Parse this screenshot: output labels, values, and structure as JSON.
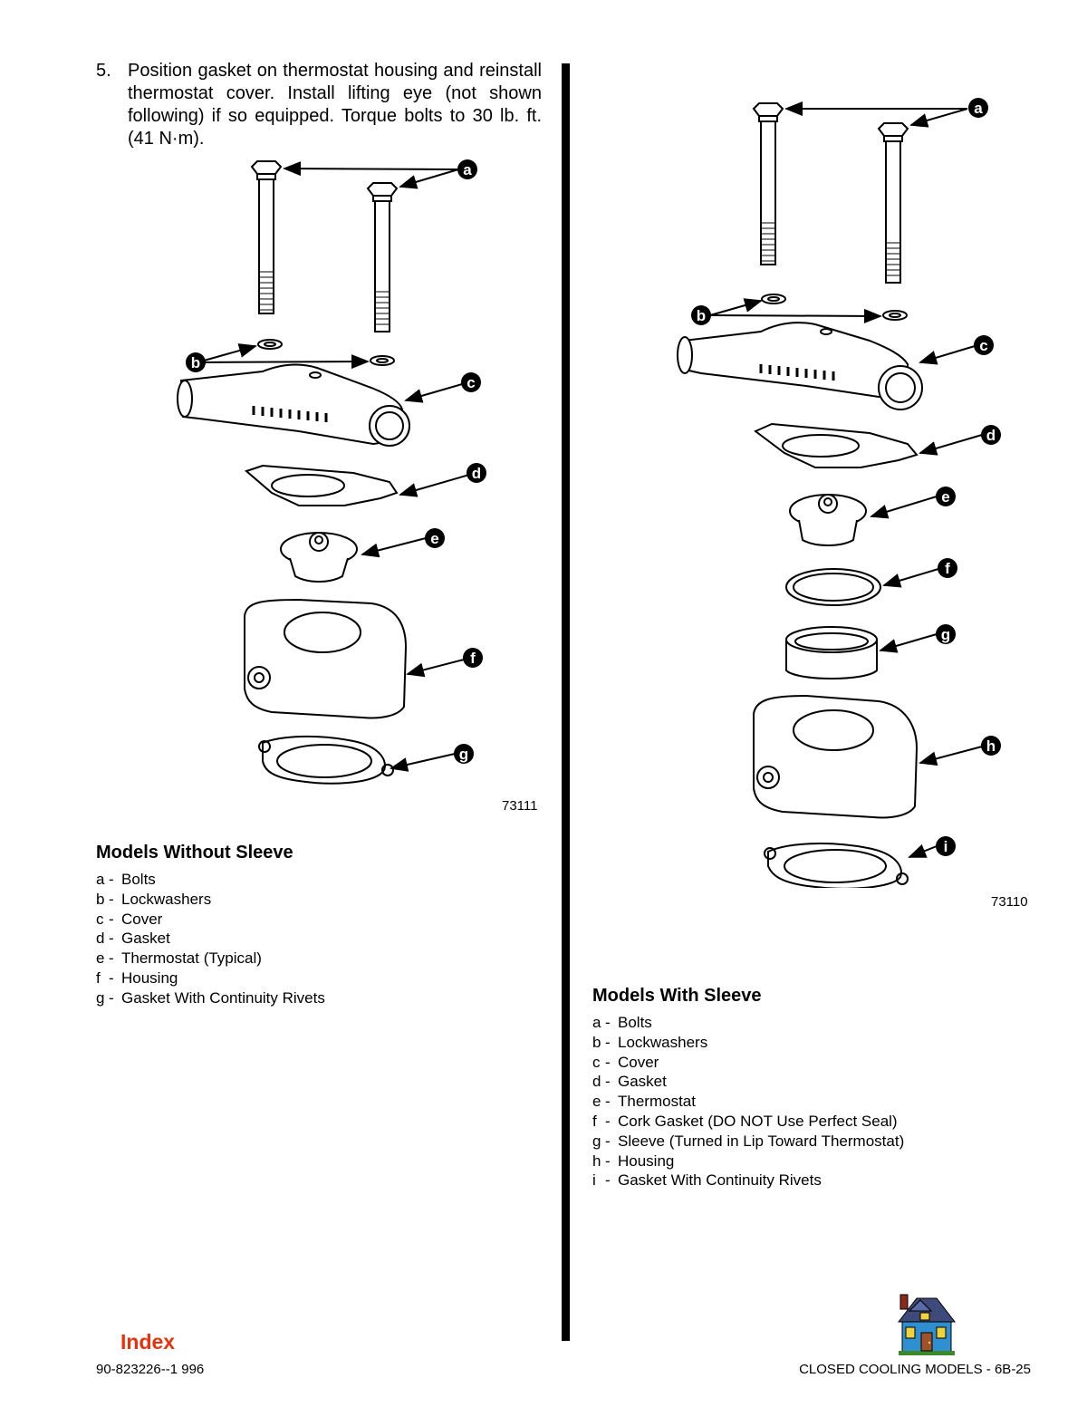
{
  "step": {
    "number": "5.",
    "text": "Position gasket on thermostat housing and reinstall thermostat cover. Install lifting eye (not shown following) if so equipped. Torque bolts to 30 lb. ft. (41 N·m)."
  },
  "figure_left": {
    "figure_number": "73111",
    "callouts": [
      "a",
      "b",
      "c",
      "d",
      "e",
      "f",
      "g"
    ]
  },
  "figure_right": {
    "figure_number": "73110",
    "callouts": [
      "a",
      "b",
      "c",
      "d",
      "e",
      "f",
      "g",
      "h",
      "i"
    ]
  },
  "legend_left": {
    "title": "Models Without Sleeve",
    "items": [
      {
        "key": "a",
        "label": "Bolts"
      },
      {
        "key": "b",
        "label": "Lockwashers"
      },
      {
        "key": "c",
        "label": "Cover"
      },
      {
        "key": "d",
        "label": "Gasket"
      },
      {
        "key": "e",
        "label": "Thermostat (Typical)"
      },
      {
        "key": "f",
        "label": "Housing"
      },
      {
        "key": "g",
        "label": "Gasket With Continuity Rivets"
      }
    ]
  },
  "legend_right": {
    "title": "Models With Sleeve",
    "items": [
      {
        "key": "a",
        "label": "Bolts"
      },
      {
        "key": "b",
        "label": "Lockwashers"
      },
      {
        "key": "c",
        "label": "Cover"
      },
      {
        "key": "d",
        "label": "Gasket"
      },
      {
        "key": "e",
        "label": "Thermostat"
      },
      {
        "key": "f",
        "label": "Cork Gasket (DO NOT Use Perfect Seal)"
      },
      {
        "key": "g",
        "label": "Sleeve (Turned in Lip Toward Thermostat)"
      },
      {
        "key": "h",
        "label": "Housing"
      },
      {
        "key": "i",
        "label": "Gasket With Continuity Rivets"
      }
    ]
  },
  "nav": {
    "index_label": "Index",
    "home_icon": "house-icon"
  },
  "footer": {
    "left": "90-823226--1  996",
    "right": "CLOSED COOLING MODELS - 6B-25"
  },
  "colors": {
    "index_link": "#e8320e"
  }
}
